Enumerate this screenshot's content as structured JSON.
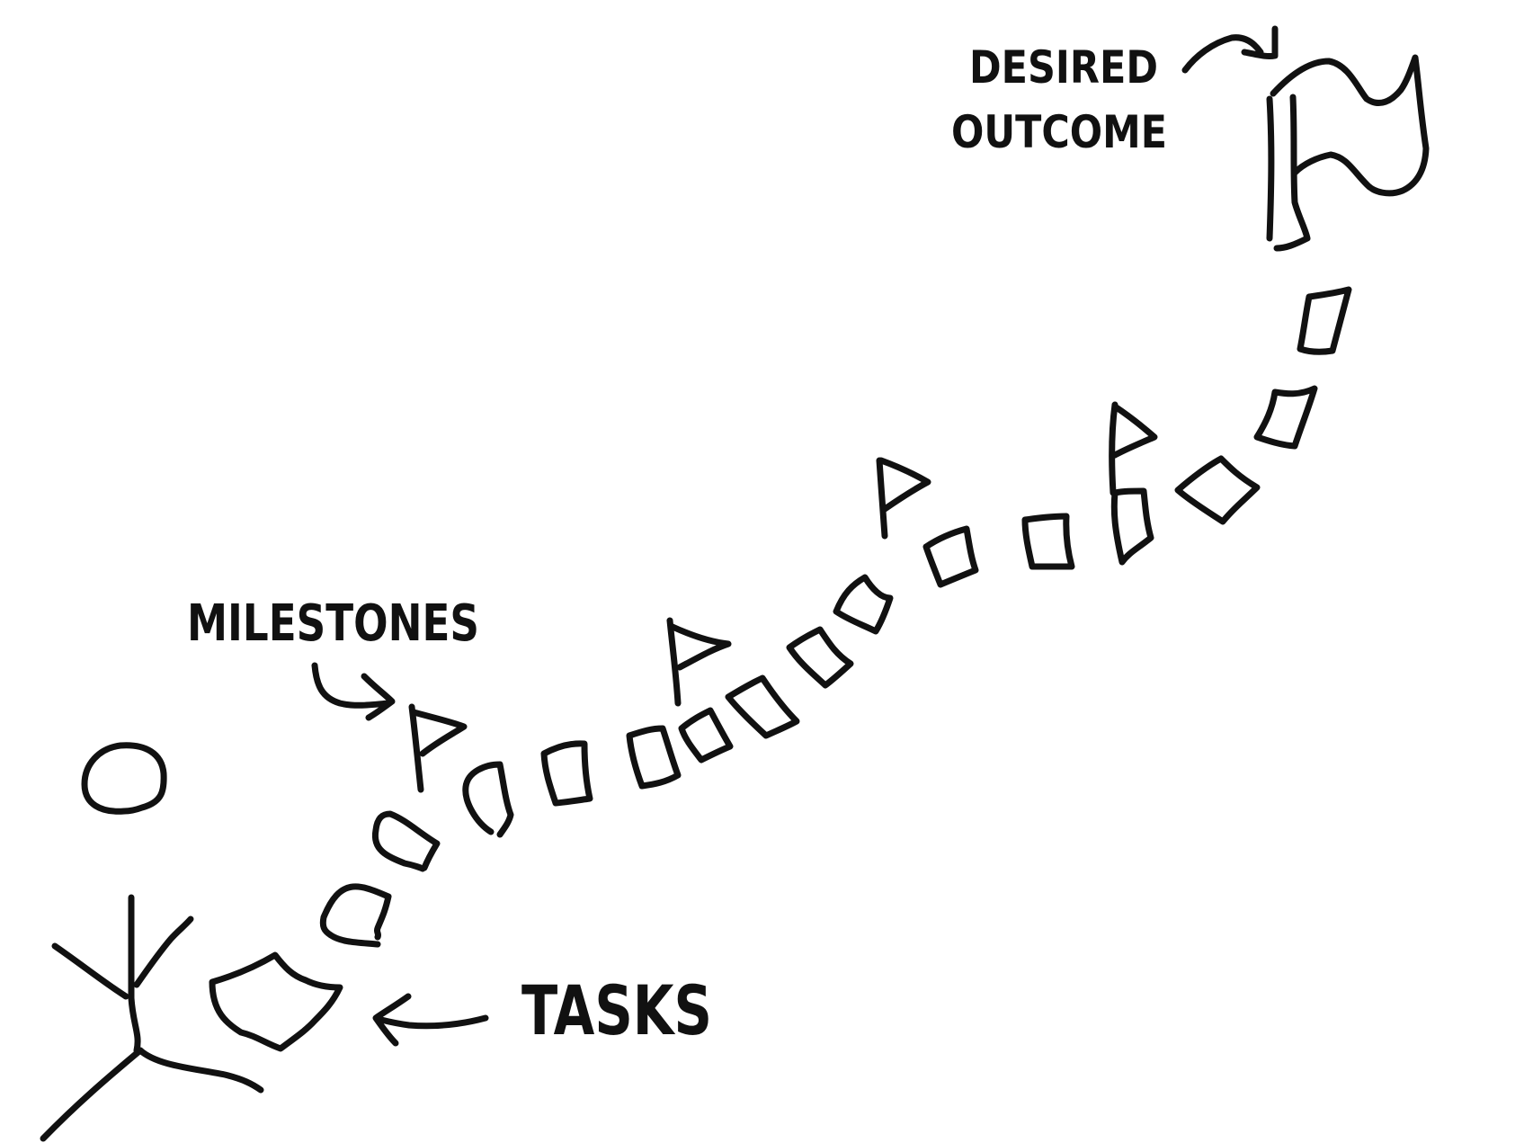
{
  "labels": {
    "desired_outcome_line1": "DESIRED",
    "desired_outcome_line2": "OUTCOME",
    "milestones": "MILESTONES",
    "tasks": "TASKS"
  },
  "colors": {
    "ink": "#111111",
    "background": "#ffffff"
  }
}
